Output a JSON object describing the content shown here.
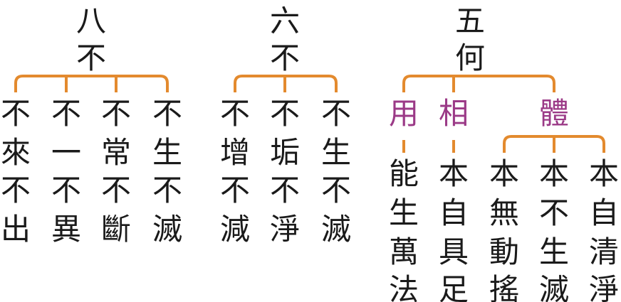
{
  "colors": {
    "bracket": "#e38a2e",
    "category": "#9b3a87",
    "text": "#1a1a1a"
  },
  "groups": [
    {
      "title": [
        "八",
        "不"
      ],
      "columns": [
        [
          "不",
          "來",
          "不",
          "出"
        ],
        [
          "不",
          "一",
          "不",
          "異"
        ],
        [
          "不",
          "常",
          "不",
          "斷"
        ],
        [
          "不",
          "生",
          "不",
          "滅"
        ]
      ]
    },
    {
      "title": [
        "六",
        "不"
      ],
      "columns": [
        [
          "不",
          "增",
          "不",
          "減"
        ],
        [
          "不",
          "垢",
          "不",
          "淨"
        ],
        [
          "不",
          "生",
          "不",
          "滅"
        ]
      ]
    },
    {
      "title": [
        "五",
        "何"
      ],
      "categories": [
        "用",
        "相",
        "體"
      ],
      "columns": [
        [
          "能",
          "生",
          "萬",
          "法"
        ],
        [
          "本",
          "自",
          "具",
          "足"
        ],
        [
          "本",
          "無",
          "動",
          "搖"
        ],
        [
          "本",
          "不",
          "生",
          "滅"
        ],
        [
          "本",
          "自",
          "清",
          "淨"
        ]
      ]
    }
  ]
}
